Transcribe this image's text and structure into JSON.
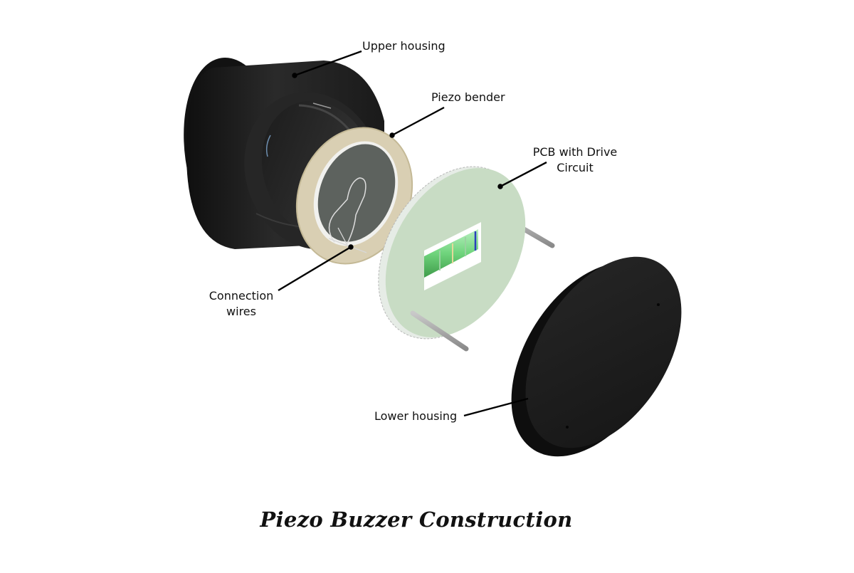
{
  "diagram": {
    "title": "Piezo Buzzer Construction",
    "type": "exploded-view",
    "colors": {
      "housing": "#1e1e1e",
      "housing_highlight": "#3a3a3a",
      "piezo_ring": "#d9cfb3",
      "piezo_disc": "#5d625e",
      "pcb": "#c8dcc4",
      "pin": "#a6a6a6",
      "component": "#7fd88a",
      "leader_line": "#000000",
      "background": "#ffffff"
    },
    "components": [
      {
        "id": "upper-housing",
        "label": "Upper housing"
      },
      {
        "id": "piezo-bender",
        "label": "Piezo bender"
      },
      {
        "id": "pcb",
        "label_line1": "PCB with Drive",
        "label_line2": "Circuit"
      },
      {
        "id": "connection-wires",
        "label_line1": "Connection",
        "label_line2": "wires"
      },
      {
        "id": "lower-housing",
        "label": "Lower housing"
      }
    ]
  }
}
